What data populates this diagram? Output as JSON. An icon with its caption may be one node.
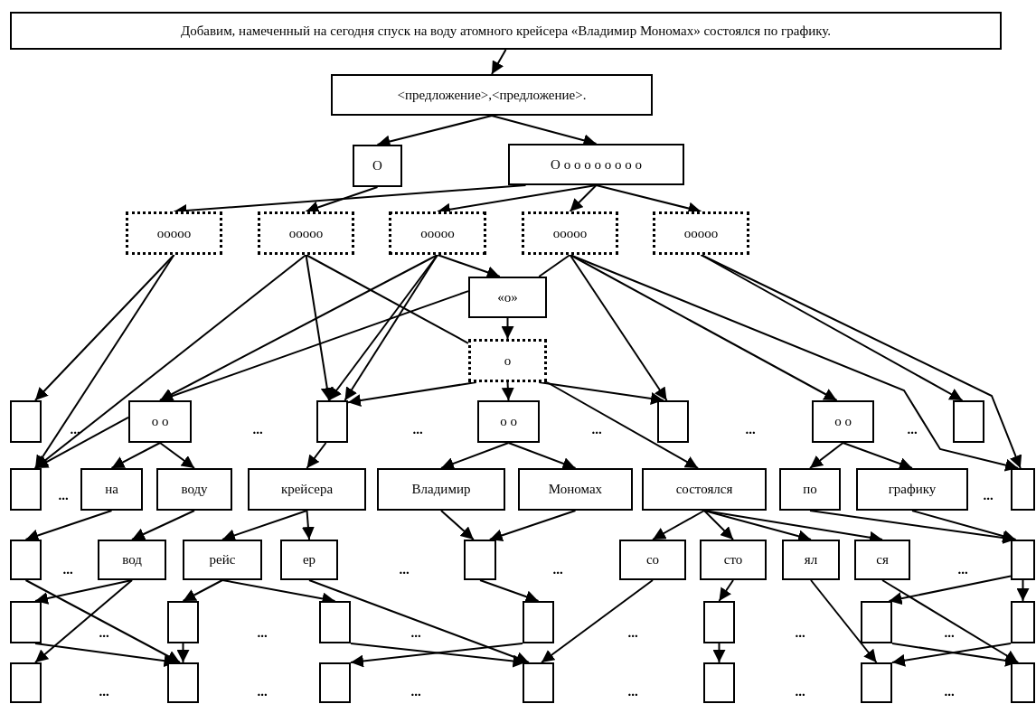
{
  "diagram": {
    "nodes": [
      {
        "text": [
          "Добавим, намеченный на сегодня спуск на воду атомного крейсера «Владимир Мономах» состоялся по графику."
        ]
      },
      {
        "text": [
          "<предложение>,<предложение>."
        ]
      },
      {
        "text": [
          "O"
        ]
      },
      {
        "text": [
          "O o o o o o o o o"
        ]
      },
      {
        "text": [
          "ooooo"
        ]
      },
      {
        "text": [
          "ooooo"
        ]
      },
      {
        "text": [
          "ooooo"
        ]
      },
      {
        "text": [
          "ooooo"
        ]
      },
      {
        "text": [
          "ooooo"
        ]
      },
      {
        "text": [
          "«o»"
        ]
      },
      {
        "text": [
          "o"
        ]
      },
      {
        "text": [],
        "shape": "box"
      },
      {
        "text": [
          "o o"
        ]
      },
      {
        "text": [],
        "shape": "box"
      },
      {
        "text": [
          "o o"
        ]
      },
      {
        "text": [],
        "shape": "box"
      },
      {
        "text": [
          "o o"
        ]
      },
      {
        "text": [],
        "shape": "box"
      },
      {
        "text": [],
        "shape": "box"
      },
      {
        "text": [
          "на"
        ]
      },
      {
        "text": [
          "воду"
        ]
      },
      {
        "text": [
          "крейсера"
        ]
      },
      {
        "text": [
          "Владимир"
        ]
      },
      {
        "text": [
          "Мономах"
        ]
      },
      {
        "text": [
          "состоялся"
        ]
      },
      {
        "text": [
          "по"
        ]
      },
      {
        "text": [
          "графику"
        ]
      },
      {
        "text": [],
        "shape": "box"
      },
      {
        "text": [],
        "shape": "box"
      },
      {
        "text": [
          "вод"
        ]
      },
      {
        "text": [
          "рейс"
        ]
      },
      {
        "text": [
          "ер"
        ]
      },
      {
        "text": [],
        "shape": "box"
      },
      {
        "text": [
          "со"
        ]
      },
      {
        "text": [
          "сто"
        ]
      },
      {
        "text": [
          "ял"
        ]
      },
      {
        "text": [
          "ся"
        ]
      },
      {
        "text": [],
        "shape": "box"
      },
      {
        "text": [],
        "shape": "box"
      },
      {
        "text": [],
        "shape": "box"
      },
      {
        "text": [],
        "shape": "box"
      },
      {
        "text": [],
        "shape": "box"
      },
      {
        "text": [],
        "shape": "box"
      },
      {
        "text": [],
        "shape": "box"
      },
      {
        "text": [],
        "shape": "box"
      },
      {
        "text": [],
        "shape": "box"
      },
      {
        "text": [],
        "shape": "box"
      },
      {
        "text": [],
        "shape": "box"
      },
      {
        "text": [],
        "shape": "box"
      },
      {
        "text": [],
        "shape": "box"
      },
      {
        "text": [],
        "shape": "box"
      },
      {
        "text": [],
        "shape": "box"
      }
    ],
    "edges": [
      {
        "from": 0,
        "to": 1,
        "arrow": "to"
      },
      {
        "from": 1,
        "to": 2,
        "arrow": "to"
      },
      {
        "from": 1,
        "to": 3,
        "arrow": "to"
      },
      {
        "from": 2,
        "to": 5,
        "arrow": "to"
      },
      {
        "from": 3,
        "to": 4,
        "arrow": "to"
      },
      {
        "from": 3,
        "to": 6,
        "arrow": "to"
      },
      {
        "from": 3,
        "to": 7,
        "arrow": "to"
      },
      {
        "from": 3,
        "to": 8,
        "arrow": "to"
      },
      {
        "from": 4,
        "to": 11,
        "arrow": "to"
      },
      {
        "from": 4,
        "to": 18,
        "arrow": "to"
      },
      {
        "from": 5,
        "to": 18,
        "arrow": "to"
      },
      {
        "from": 5,
        "to": 13,
        "arrow": "to"
      },
      {
        "from": 5,
        "to": 10,
        "arrow": "none"
      },
      {
        "from": 6,
        "to": 12,
        "arrow": "to"
      },
      {
        "from": 6,
        "to": 13,
        "arrow": "to"
      },
      {
        "from": 6,
        "to": 13,
        "arrow": "to"
      },
      {
        "from": 6,
        "to": 9,
        "arrow": "to"
      },
      {
        "from": 7,
        "to": 9,
        "arrow": "none"
      },
      {
        "from": 7,
        "to": 15,
        "arrow": "to"
      },
      {
        "from": 7,
        "to": 16,
        "arrow": "to"
      },
      {
        "from": 7,
        "to": 27,
        "arrow": "to"
      },
      {
        "from": 8,
        "to": 17,
        "arrow": "to"
      },
      {
        "from": 8,
        "to": 27,
        "arrow": "to"
      },
      {
        "from": 9,
        "to": 10,
        "arrow": "to"
      },
      {
        "from": 9,
        "to": 12,
        "arrow": "to"
      },
      {
        "from": 10,
        "to": 14,
        "arrow": "to"
      },
      {
        "from": 10,
        "to": 13,
        "arrow": "to"
      },
      {
        "from": 10,
        "to": 15,
        "arrow": "to"
      },
      {
        "from": 10,
        "to": 24,
        "arrow": "to"
      },
      {
        "from": 12,
        "to": 18,
        "arrow": "to"
      },
      {
        "from": 12,
        "to": 19,
        "arrow": "to"
      },
      {
        "from": 12,
        "to": 20,
        "arrow": "to"
      },
      {
        "from": 13,
        "to": 21,
        "arrow": "to"
      },
      {
        "from": 14,
        "to": 22,
        "arrow": "to"
      },
      {
        "from": 14,
        "to": 23,
        "arrow": "to"
      },
      {
        "from": 16,
        "to": 25,
        "arrow": "to"
      },
      {
        "from": 16,
        "to": 26,
        "arrow": "to"
      },
      {
        "from": 19,
        "to": 28,
        "arrow": "to"
      },
      {
        "from": 20,
        "to": 29,
        "arrow": "to"
      },
      {
        "from": 21,
        "to": 30,
        "arrow": "to"
      },
      {
        "from": 21,
        "to": 31,
        "arrow": "to"
      },
      {
        "from": 22,
        "to": 32,
        "arrow": "to"
      },
      {
        "from": 23,
        "to": 32,
        "arrow": "to"
      },
      {
        "from": 24,
        "to": 33,
        "arrow": "to"
      },
      {
        "from": 24,
        "to": 34,
        "arrow": "to"
      },
      {
        "from": 24,
        "to": 35,
        "arrow": "to"
      },
      {
        "from": 24,
        "to": 36,
        "arrow": "to"
      },
      {
        "from": 25,
        "to": 37,
        "arrow": "to"
      },
      {
        "from": 26,
        "to": 37,
        "arrow": "to"
      },
      {
        "from": 28,
        "to": 46,
        "arrow": "to"
      },
      {
        "from": 29,
        "to": 38,
        "arrow": "to"
      },
      {
        "from": 29,
        "to": 45,
        "arrow": "to"
      },
      {
        "from": 30,
        "to": 39,
        "arrow": "to"
      },
      {
        "from": 30,
        "to": 40,
        "arrow": "to"
      },
      {
        "from": 31,
        "to": 48,
        "arrow": "to"
      },
      {
        "from": 32,
        "to": 41,
        "arrow": "to"
      },
      {
        "from": 33,
        "to": 48,
        "arrow": "to"
      },
      {
        "from": 34,
        "to": 42,
        "arrow": "to"
      },
      {
        "from": 35,
        "to": 50,
        "arrow": "to"
      },
      {
        "from": 36,
        "to": 51,
        "arrow": "to"
      },
      {
        "from": 37,
        "to": 44,
        "arrow": "to"
      },
      {
        "from": 37,
        "to": 43,
        "arrow": "to"
      },
      {
        "from": 38,
        "to": 46,
        "arrow": "to"
      },
      {
        "from": 39,
        "to": 46,
        "arrow": "to"
      },
      {
        "from": 40,
        "to": 48,
        "arrow": "to"
      },
      {
        "from": 41,
        "to": 47,
        "arrow": "to"
      },
      {
        "from": 42,
        "to": 49,
        "arrow": "to"
      },
      {
        "from": 43,
        "to": 51,
        "arrow": "to"
      },
      {
        "from": 44,
        "to": 50,
        "arrow": "to"
      }
    ],
    "labels": [
      "...",
      "...",
      "...",
      "...",
      "...",
      "...",
      "...",
      "...",
      "...",
      "...",
      "...",
      "...",
      "...",
      "...",
      "...",
      "...",
      "...",
      "...",
      "...",
      "...",
      "...",
      "...",
      "...",
      "..."
    ]
  }
}
